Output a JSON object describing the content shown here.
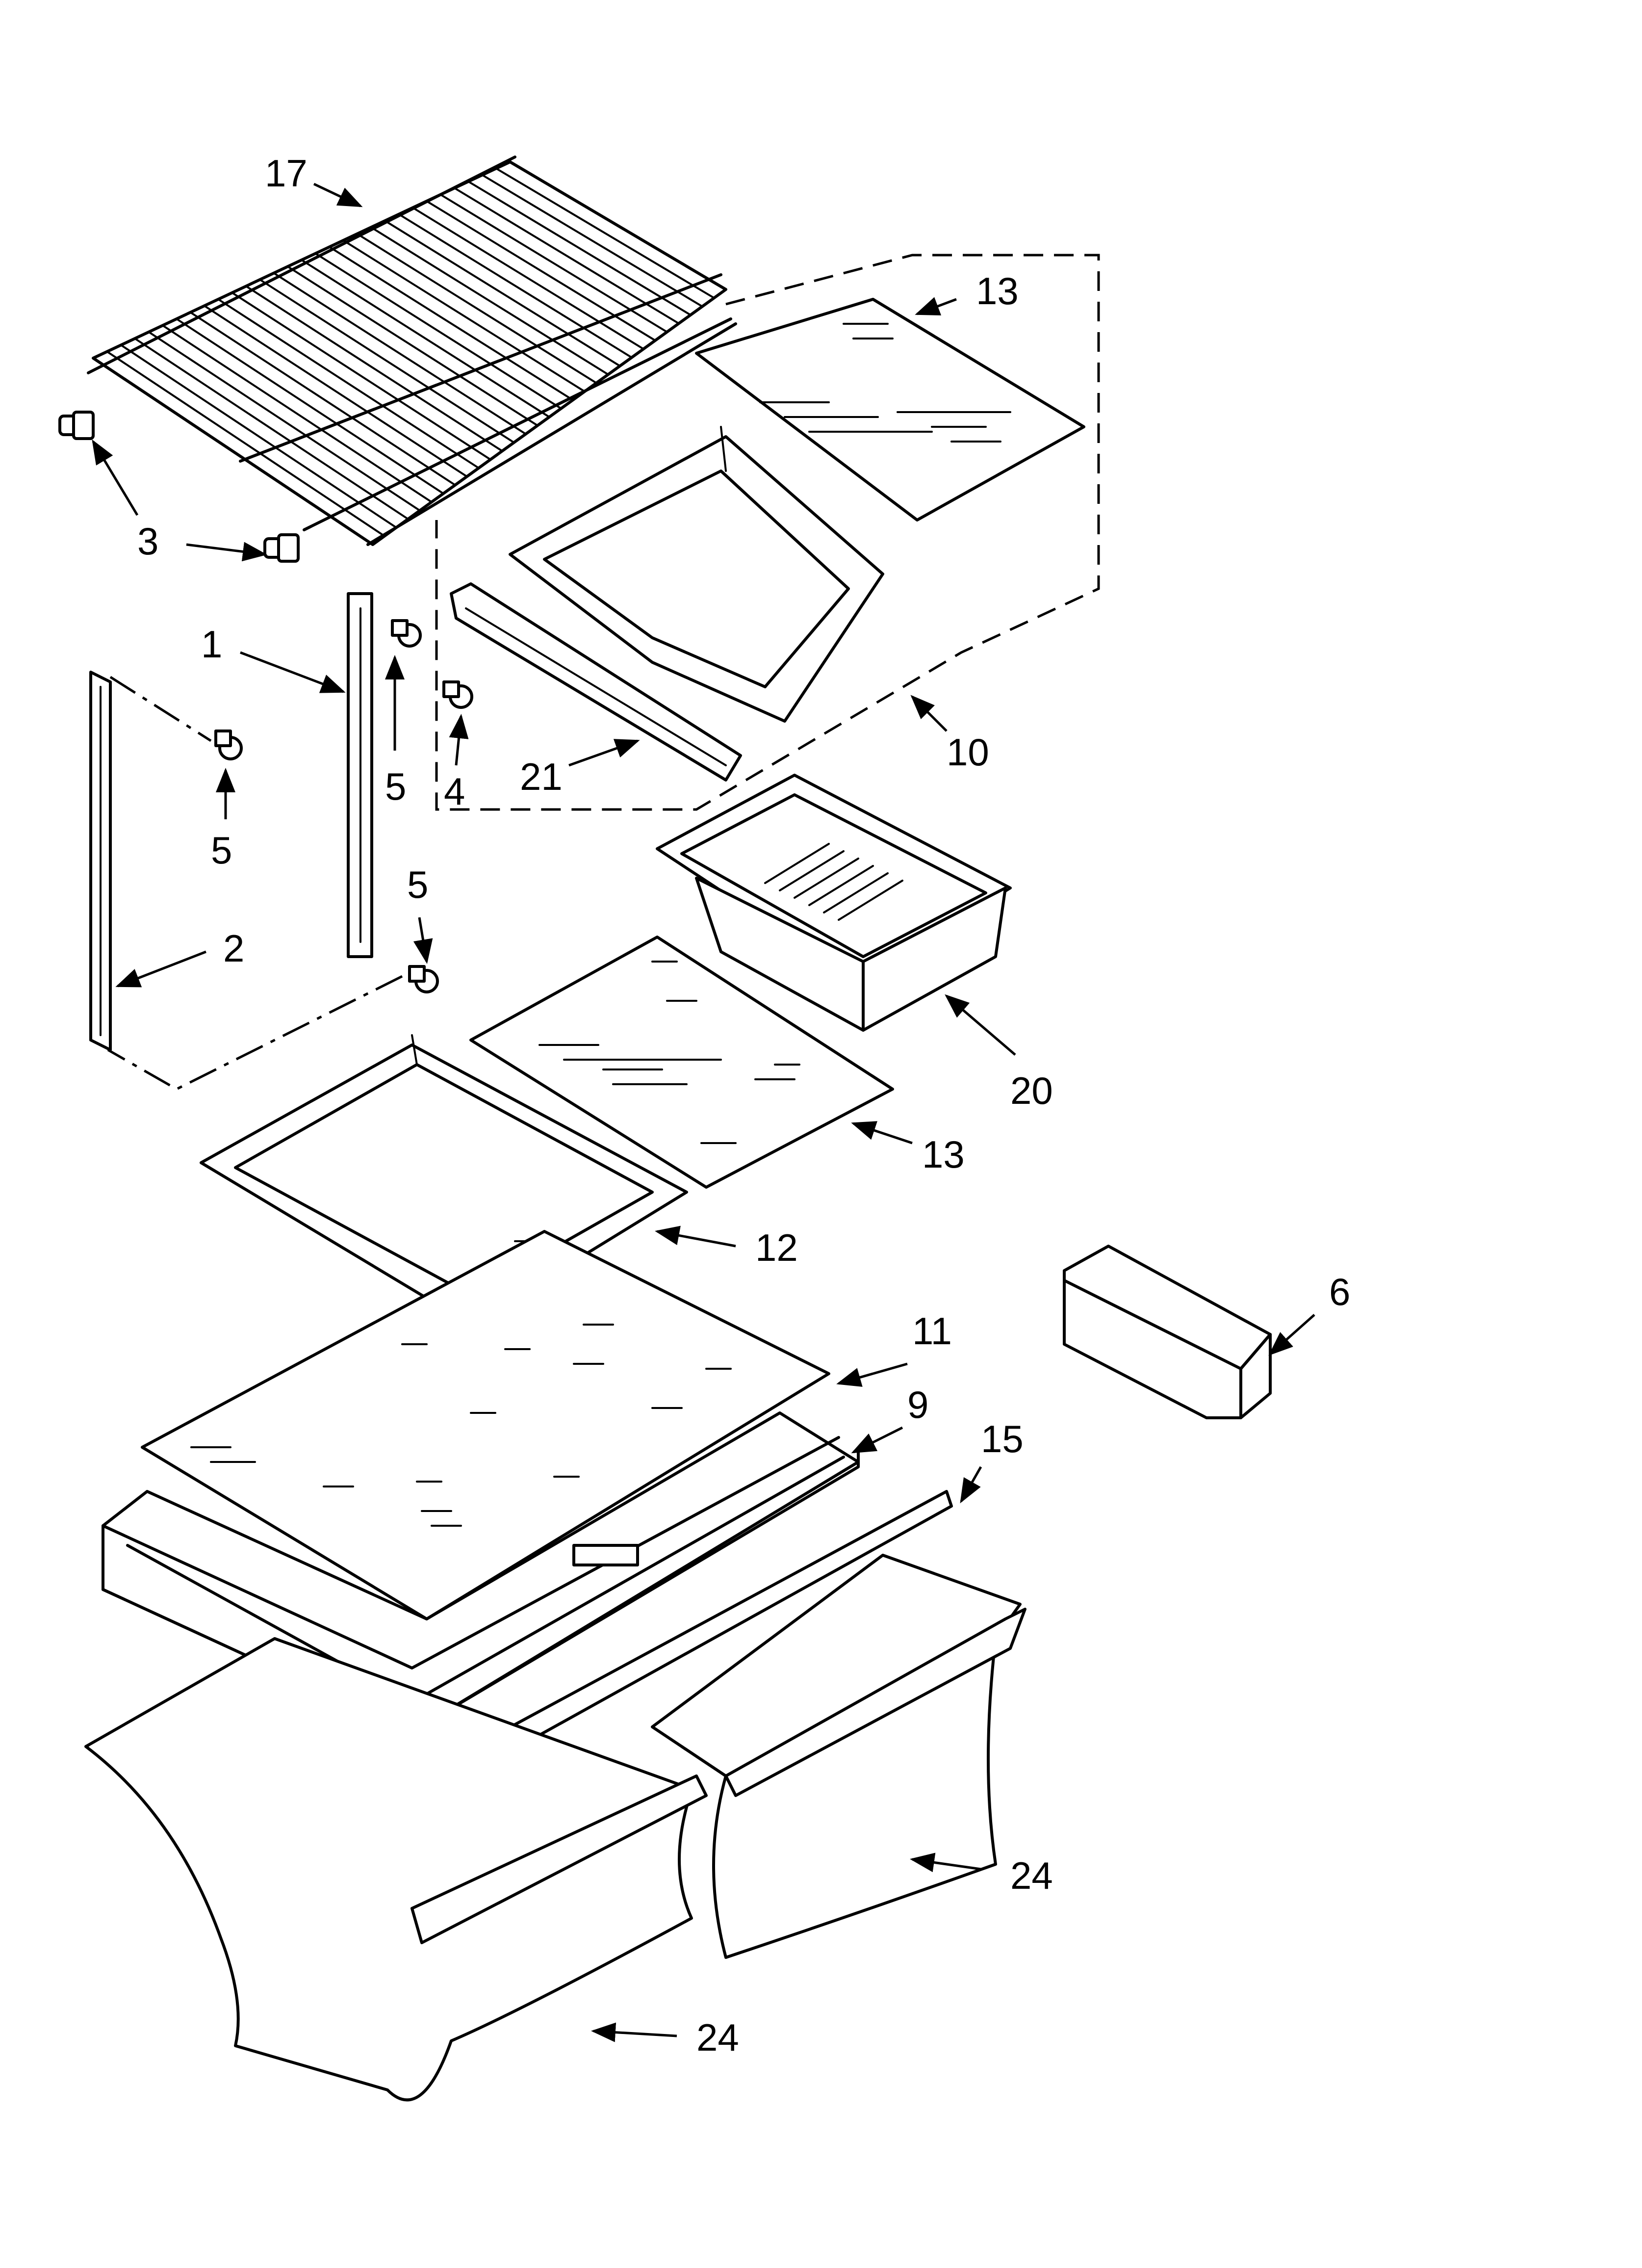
{
  "callouts": {
    "c17": "17",
    "c13a": "13",
    "c3": "3",
    "c1": "1",
    "c5a": "5",
    "c4": "4",
    "c21": "21",
    "c10": "10",
    "c5b": "5",
    "c5c": "5",
    "c2": "2",
    "c20": "20",
    "c13b": "13",
    "c12": "12",
    "c6": "6",
    "c11": "11",
    "c9": "9",
    "c15": "15",
    "c24a": "24",
    "c24b": "24"
  }
}
